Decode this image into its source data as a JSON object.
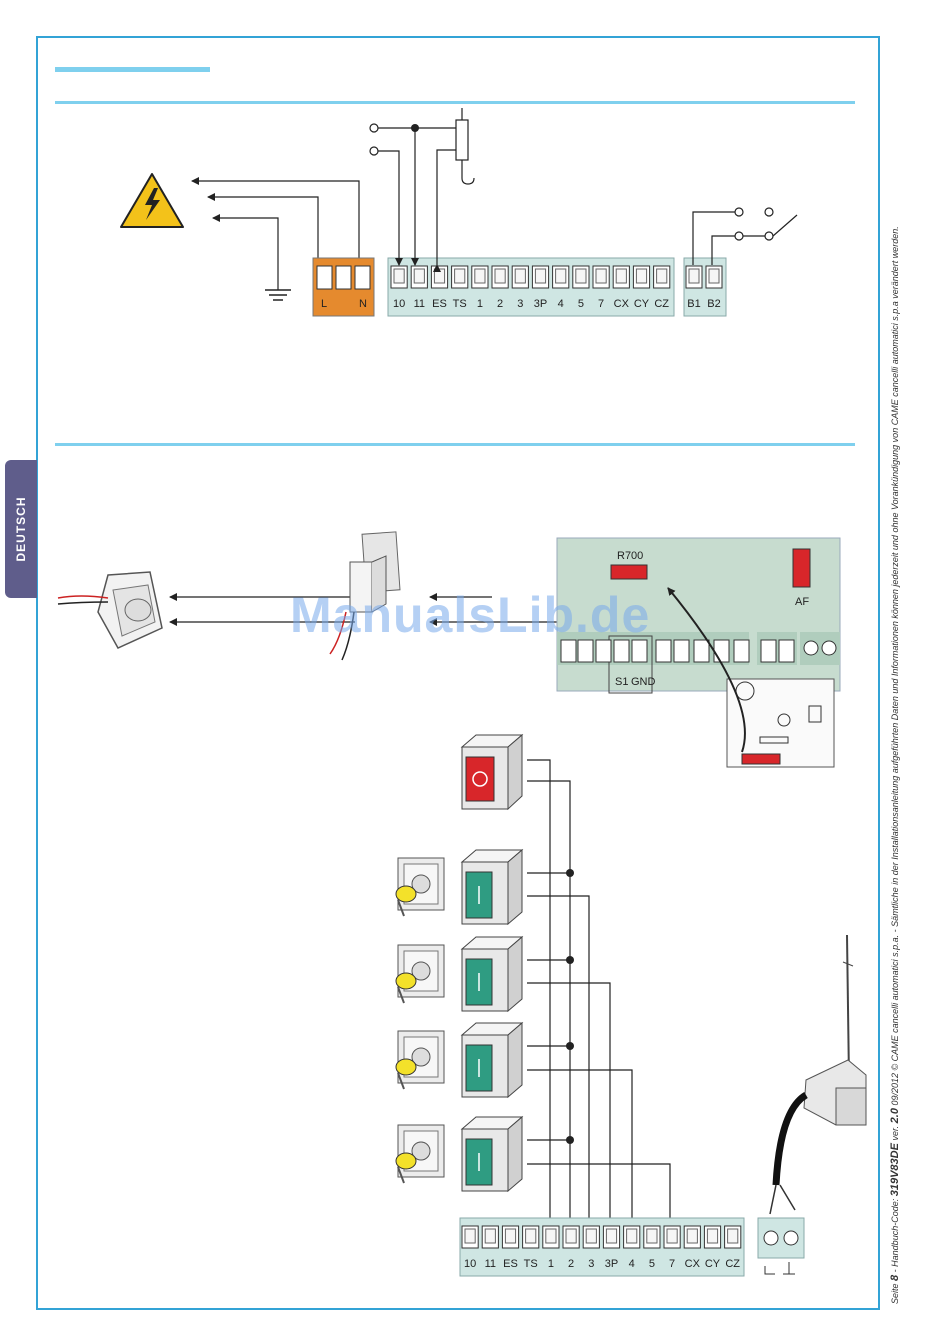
{
  "side_tab": {
    "label": "DEUTSCH"
  },
  "watermark": "ManualsLib.de",
  "footer": {
    "page_prefix": "Seite",
    "page_number": "8",
    "text": "- Handbuch-Code:",
    "code": "319V83DE",
    "version_prefix": "ver.",
    "version": "2.0",
    "rest": "09/2012 © CAME cancelli automatici s.p.a. - Sämtliche in der Installationsanleitung aufgeführten Daten und Informationen können jederzeit und ohne Vorankündigung von CAME cancelli automatici s.p.a verändert werden."
  },
  "diagram1": {
    "power_labels": [
      "L",
      "N"
    ],
    "main_terminals": [
      "10",
      "11",
      "ES",
      "TS",
      "1",
      "2",
      "3",
      "3P",
      "4",
      "5",
      "7",
      "CX",
      "CY",
      "CZ"
    ],
    "b_terminals": [
      "B1",
      "B2"
    ]
  },
  "diagram2": {
    "board_labels": {
      "r700": "R700",
      "af": "AF",
      "s1": "S1",
      "gnd": "GND"
    }
  },
  "diagram3": {
    "main_terminals": [
      "10",
      "11",
      "ES",
      "TS",
      "1",
      "2",
      "3",
      "3P",
      "4",
      "5",
      "7",
      "CX",
      "CY",
      "CZ"
    ]
  },
  "colors": {
    "accent": "#33a3d6",
    "terminal": "#cfe6e3",
    "power": "#e58a2e",
    "tab": "#5f5d8b",
    "stop": "#d8262a",
    "start": "#2f9c82",
    "key": "#f3e12a"
  },
  "icons": [
    "warning-high-voltage-icon",
    "ground-icon",
    "key-selector-icon",
    "stop-button-icon",
    "start-button-icon"
  ]
}
